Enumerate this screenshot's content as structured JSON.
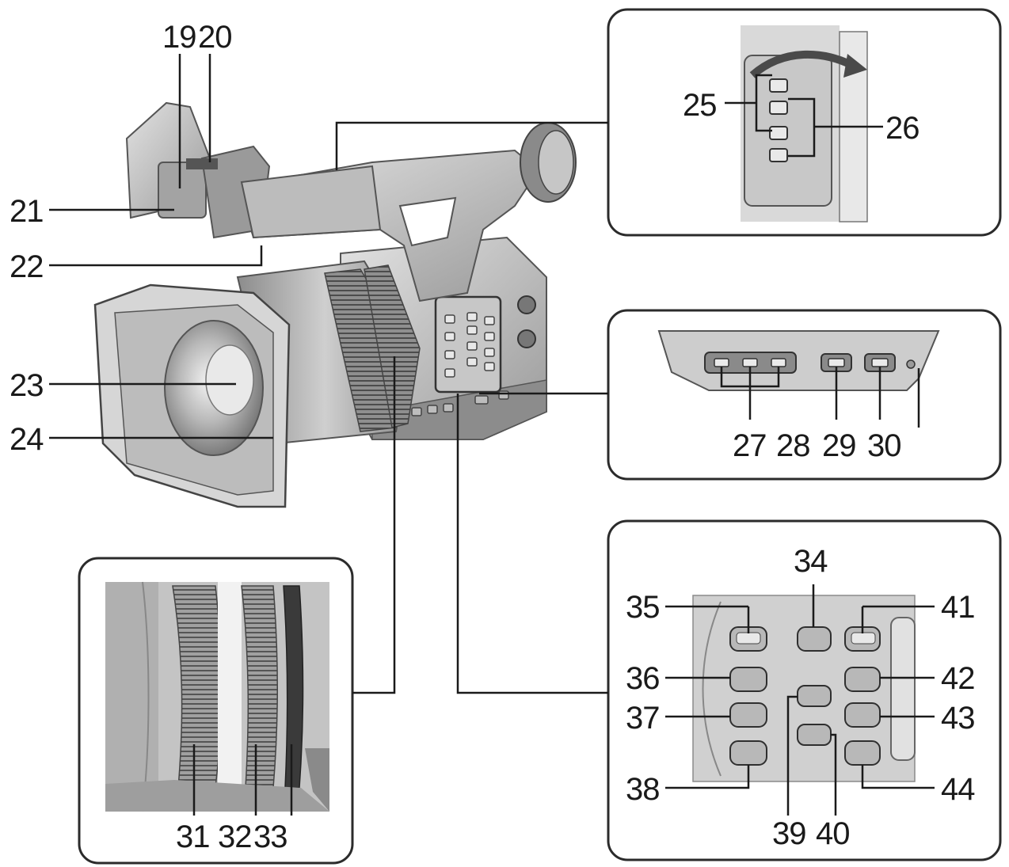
{
  "labels": {
    "n19": "19",
    "n20": "20",
    "n21": "21",
    "n22": "22",
    "n23": "23",
    "n24": "24",
    "n25": "25",
    "n26": "26",
    "n27": "27",
    "n28": "28",
    "n29": "29",
    "n30": "30",
    "n31": "31",
    "n32": "32",
    "n33": "33",
    "n34": "34",
    "n35": "35",
    "n36": "36",
    "n37": "37",
    "n38": "38",
    "n39": "39",
    "n40": "40",
    "n41": "41",
    "n42": "42",
    "n43": "43",
    "n44": "44"
  },
  "colors": {
    "ink": "#1a1a1a",
    "body_light": "#d4d4d4",
    "body_mid": "#a9a9a9",
    "body_dark": "#6e6e6e",
    "panel_border": "#2b2b2b"
  }
}
